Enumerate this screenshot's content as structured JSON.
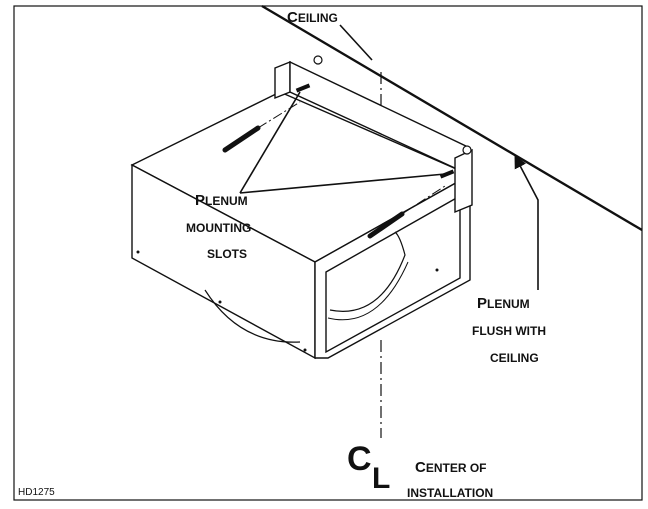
{
  "labels": {
    "ceiling": {
      "cap": "C",
      "rest": "EILING"
    },
    "plenum_slots": [
      {
        "cap": "P",
        "rest": "LENUM"
      },
      {
        "cap": "",
        "rest": "MOUNTING"
      },
      {
        "cap": "",
        "rest": "SLOTS"
      }
    ],
    "plenum_flush": [
      {
        "cap": "P",
        "rest": "LENUM"
      },
      {
        "cap": "",
        "rest": "FLUSH WITH"
      },
      {
        "cap": "",
        "rest": "CEILING"
      }
    ],
    "centerline_symbol": {
      "c": "C",
      "l": "L"
    },
    "center_of_installation": [
      {
        "cap": "C",
        "rest": "ENTER OF"
      },
      {
        "cap": "",
        "rest": "INSTALLATION"
      }
    ],
    "figure_id": "HD1275"
  },
  "colors": {
    "line": "#111111",
    "background": "#ffffff"
  }
}
